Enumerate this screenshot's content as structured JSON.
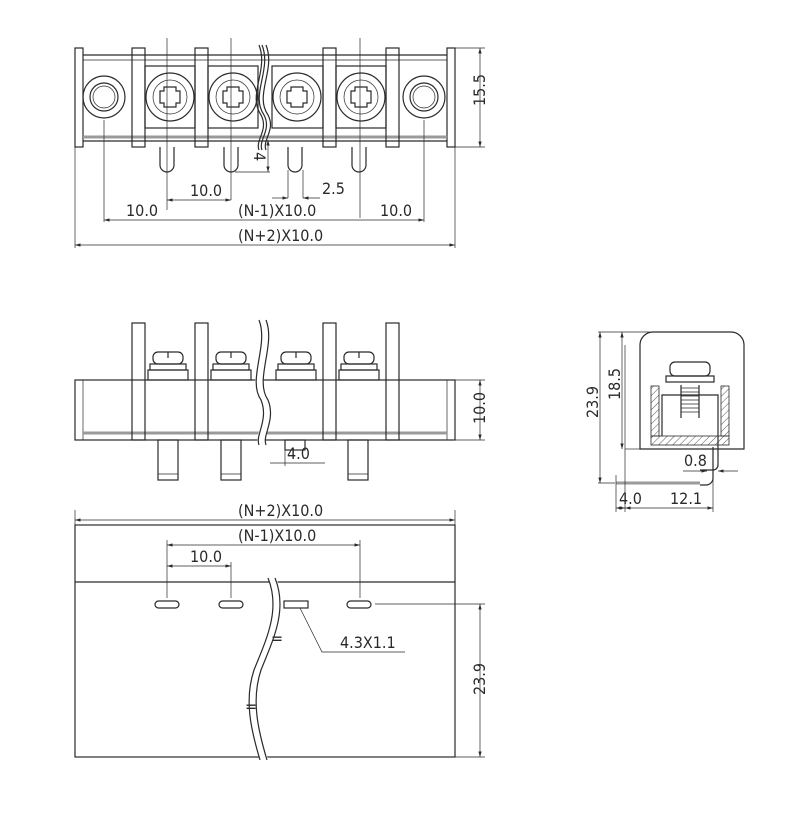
{
  "top_view": {
    "height_dim": "15.5",
    "pin_offset_dim": "4",
    "pitch_dim": "10.0",
    "pin_width_dim": "2.5",
    "left_end_dim": "10.0",
    "inner_span_dim": "(N-1)X10.0",
    "right_end_dim": "10.0",
    "overall_dim": "(N+2)X10.0"
  },
  "front_view": {
    "body_height_dim": "10.0",
    "pin_gap_dim": "4.0"
  },
  "side_view": {
    "total_height_dim": "23.9",
    "body_height_dim": "18.5",
    "pin_thickness_dim": "0.8",
    "pin_offset_dim": "4.0",
    "depth_dim": "12.1"
  },
  "footprint_view": {
    "overall_dim": "(N+2)X10.0",
    "inner_span_dim": "(N-1)X10.0",
    "pitch_dim": "10.0",
    "slot_dim": "4.3X1.1",
    "depth_dim": "23.9"
  }
}
